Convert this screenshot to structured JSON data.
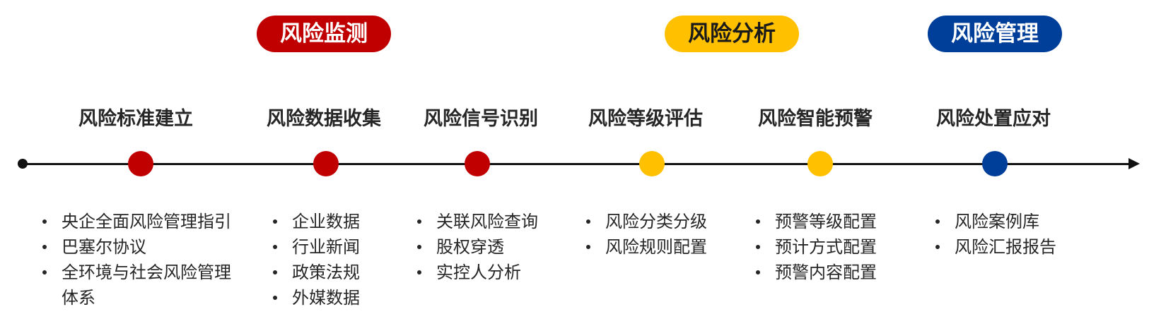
{
  "colors": {
    "red": "#C00000",
    "gold": "#FFC000",
    "blue": "#003F99",
    "line": "#111111"
  },
  "phases": [
    {
      "label": "风险监测",
      "color": "#C00000"
    },
    {
      "label": "风险分析",
      "color": "#FFC000"
    },
    {
      "label": "风险管理",
      "color": "#003F99"
    }
  ],
  "stages": [
    {
      "title": "风险标准建立",
      "node_color": "#C00000",
      "items": [
        "央企全面风险管理指引",
        "巴塞尔协议",
        "全环境与社会风险管理体系"
      ]
    },
    {
      "title": "风险数据收集",
      "node_color": "#C00000",
      "items": [
        "企业数据",
        "行业新闻",
        "政策法规",
        "外媒数据"
      ]
    },
    {
      "title": "风险信号识别",
      "node_color": "#C00000",
      "items": [
        "关联风险查询",
        "股权穿透",
        "实控人分析"
      ]
    },
    {
      "title": "风险等级评估",
      "node_color": "#FFC000",
      "items": [
        "风险分类分级",
        "风险规则配置"
      ]
    },
    {
      "title": "风险智能预警",
      "node_color": "#FFC000",
      "items": [
        "预警等级配置",
        "预计方式配置",
        "预警内容配置"
      ]
    },
    {
      "title": "风险处置应对",
      "node_color": "#003F99",
      "items": [
        "风险案例库",
        "风险汇报报告"
      ]
    }
  ]
}
